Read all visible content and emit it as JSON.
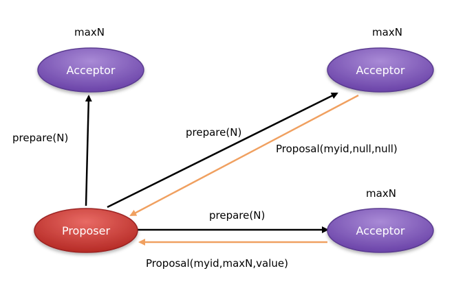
{
  "colors": {
    "acceptor_fill_light": "#a98ad6",
    "acceptor_fill_dark": "#6a43a8",
    "acceptor_stroke": "#5a3a90",
    "proposer_fill_light": "#e86a64",
    "proposer_fill_dark": "#b52a25",
    "proposer_stroke": "#9a2320",
    "prepare_arrow": "#000000",
    "proposal_arrow": "#f0a060"
  },
  "nodes": {
    "acceptor_top_left": {
      "label": "Acceptor",
      "state": "maxN"
    },
    "acceptor_top_right": {
      "label": "Acceptor",
      "state": "maxN"
    },
    "acceptor_bottom_right": {
      "label": "Acceptor",
      "state": "maxN"
    },
    "proposer": {
      "label": "Proposer"
    }
  },
  "messages": {
    "prepare_to_top_left": "prepare(N)",
    "prepare_to_top_right": "prepare(N)",
    "prepare_to_bottom_right": "prepare(N)",
    "proposal_from_top_right": "Proposal(myid,null,null)",
    "proposal_from_bottom_right": "Proposal(myid,maxN,value)"
  }
}
